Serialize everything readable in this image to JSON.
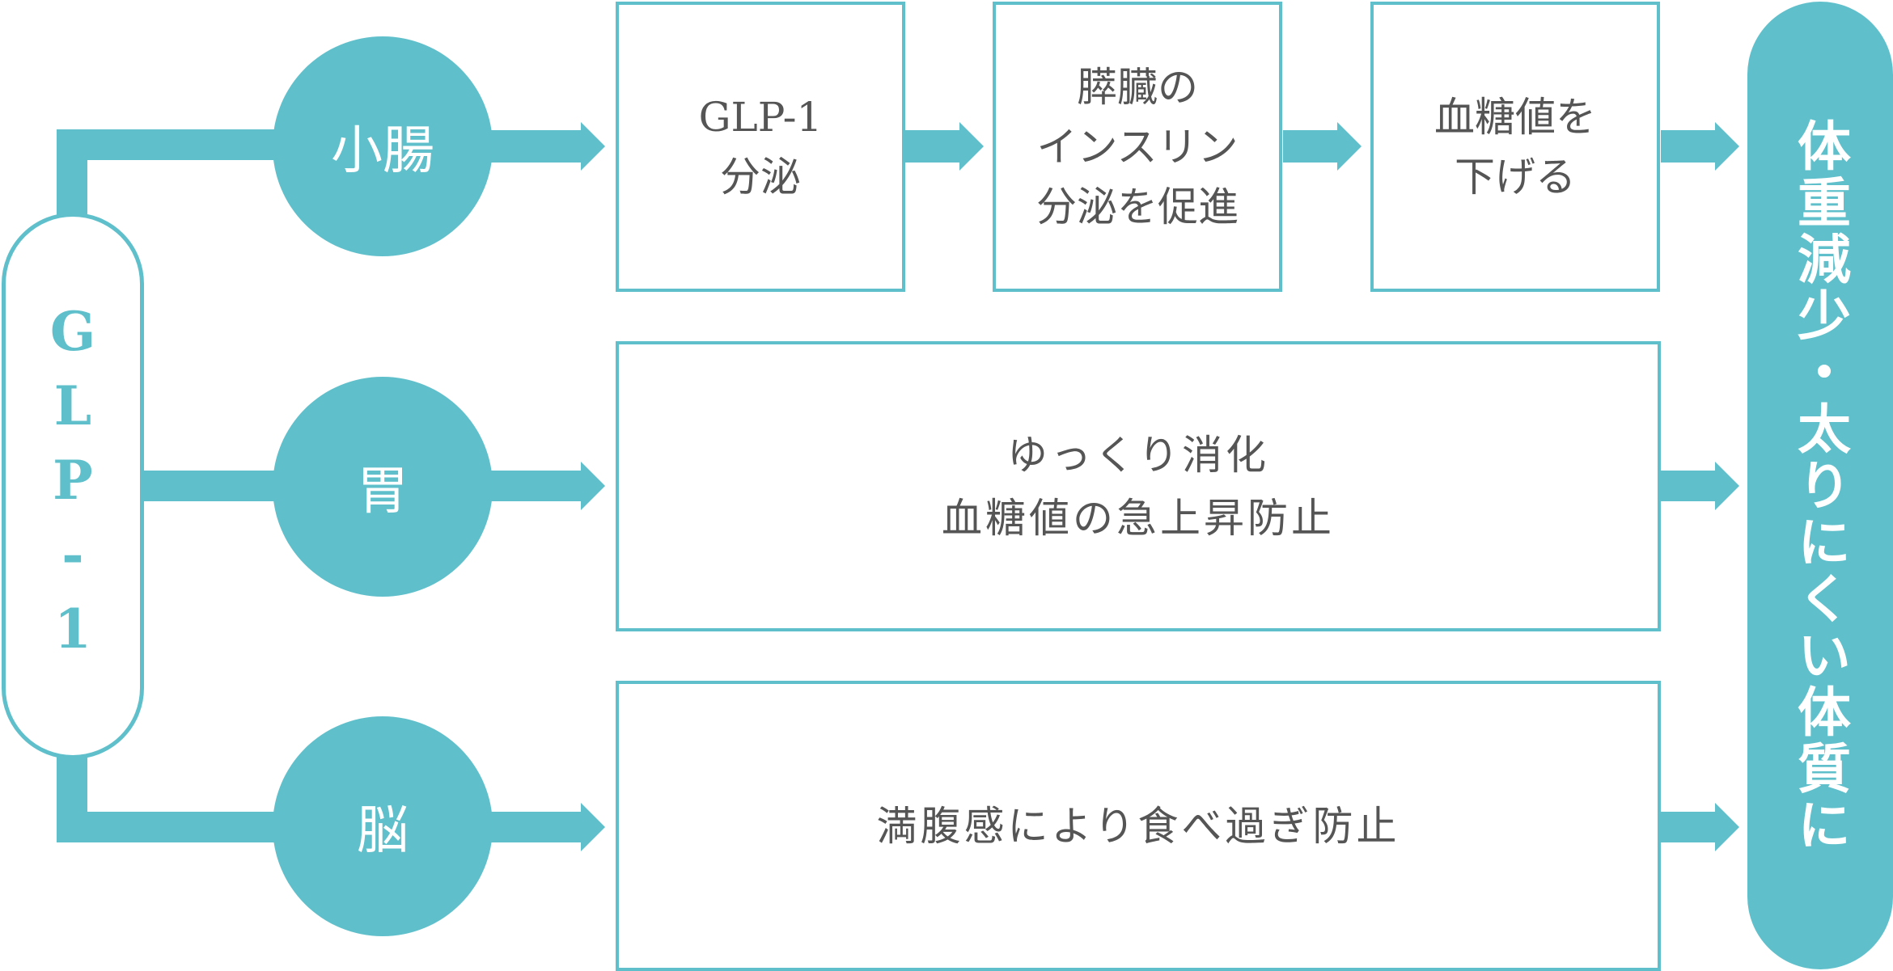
{
  "colors": {
    "accent": "#5fc0cb",
    "text": "#555555",
    "background": "#ffffff"
  },
  "source": {
    "label": "GLP-1"
  },
  "organs": {
    "small_intestine": "小腸",
    "stomach": "胃",
    "brain": "脳"
  },
  "small_intestine_steps": {
    "step1": [
      "GLP-1",
      "分泌"
    ],
    "step2": [
      "膵臓の",
      "インスリン",
      "分泌を促進"
    ],
    "step3": [
      "血糖値を",
      "下げる"
    ]
  },
  "stomach_effect": [
    "ゆっくり消化",
    "血糖値の急上昇防止"
  ],
  "brain_effect": [
    "満腹感により食べ過ぎ防止"
  ],
  "result": {
    "label": "体重減少・太りにくい体質に"
  }
}
